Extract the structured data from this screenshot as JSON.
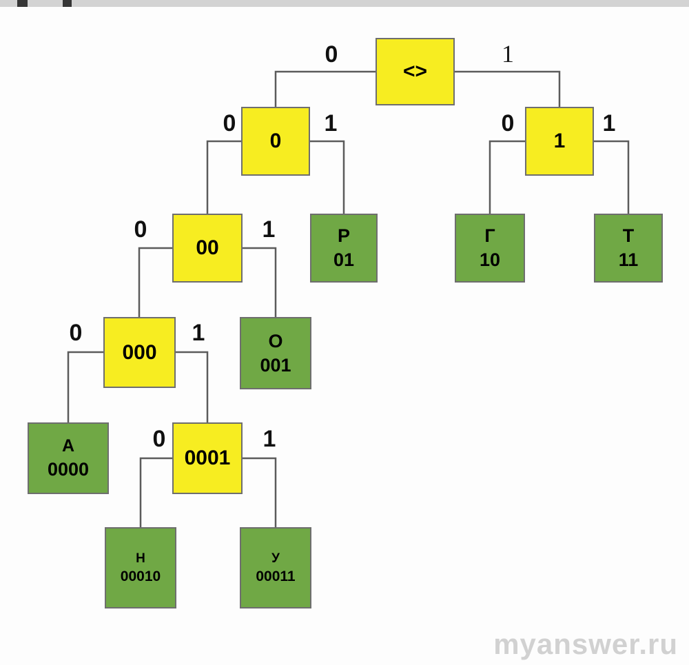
{
  "page": {
    "watermark": "myanswer.ru"
  },
  "colors": {
    "internal_node_fill": "#f7ed21",
    "leaf_node_fill": "#70a845",
    "node_border": "#6e6e6e",
    "edge_line": "#5b5b5b"
  },
  "tree": {
    "description": "Binary prefix-code (Huffman-style) tree",
    "edge_labels": {
      "zero": "0",
      "one": "1"
    },
    "nodes": {
      "root": {
        "label": "<>"
      },
      "n0": {
        "label": "0"
      },
      "n1": {
        "label": "1"
      },
      "n00": {
        "label": "00"
      },
      "n000": {
        "label": "000"
      },
      "n0001": {
        "label": "0001"
      },
      "p": {
        "letter": "Р",
        "code": "01"
      },
      "g": {
        "letter": "Г",
        "code": "10"
      },
      "t": {
        "letter": "Т",
        "code": "11"
      },
      "o": {
        "letter": "О",
        "code": "001"
      },
      "a": {
        "letter": "А",
        "code": "0000"
      },
      "n": {
        "letter": "Н",
        "code": "00010"
      },
      "u": {
        "letter": "У",
        "code": "00011"
      }
    },
    "edges": [
      {
        "from": "<>",
        "to": "0",
        "bit": "0"
      },
      {
        "from": "<>",
        "to": "1",
        "bit": "1"
      },
      {
        "from": "0",
        "to": "00",
        "bit": "0"
      },
      {
        "from": "0",
        "to": "Р",
        "bit": "1"
      },
      {
        "from": "1",
        "to": "Г",
        "bit": "0"
      },
      {
        "from": "1",
        "to": "Т",
        "bit": "1"
      },
      {
        "from": "00",
        "to": "000",
        "bit": "0"
      },
      {
        "from": "00",
        "to": "О",
        "bit": "1"
      },
      {
        "from": "000",
        "to": "А",
        "bit": "0"
      },
      {
        "from": "000",
        "to": "0001",
        "bit": "1"
      },
      {
        "from": "0001",
        "to": "Н",
        "bit": "0"
      },
      {
        "from": "0001",
        "to": "У",
        "bit": "1"
      }
    ]
  }
}
